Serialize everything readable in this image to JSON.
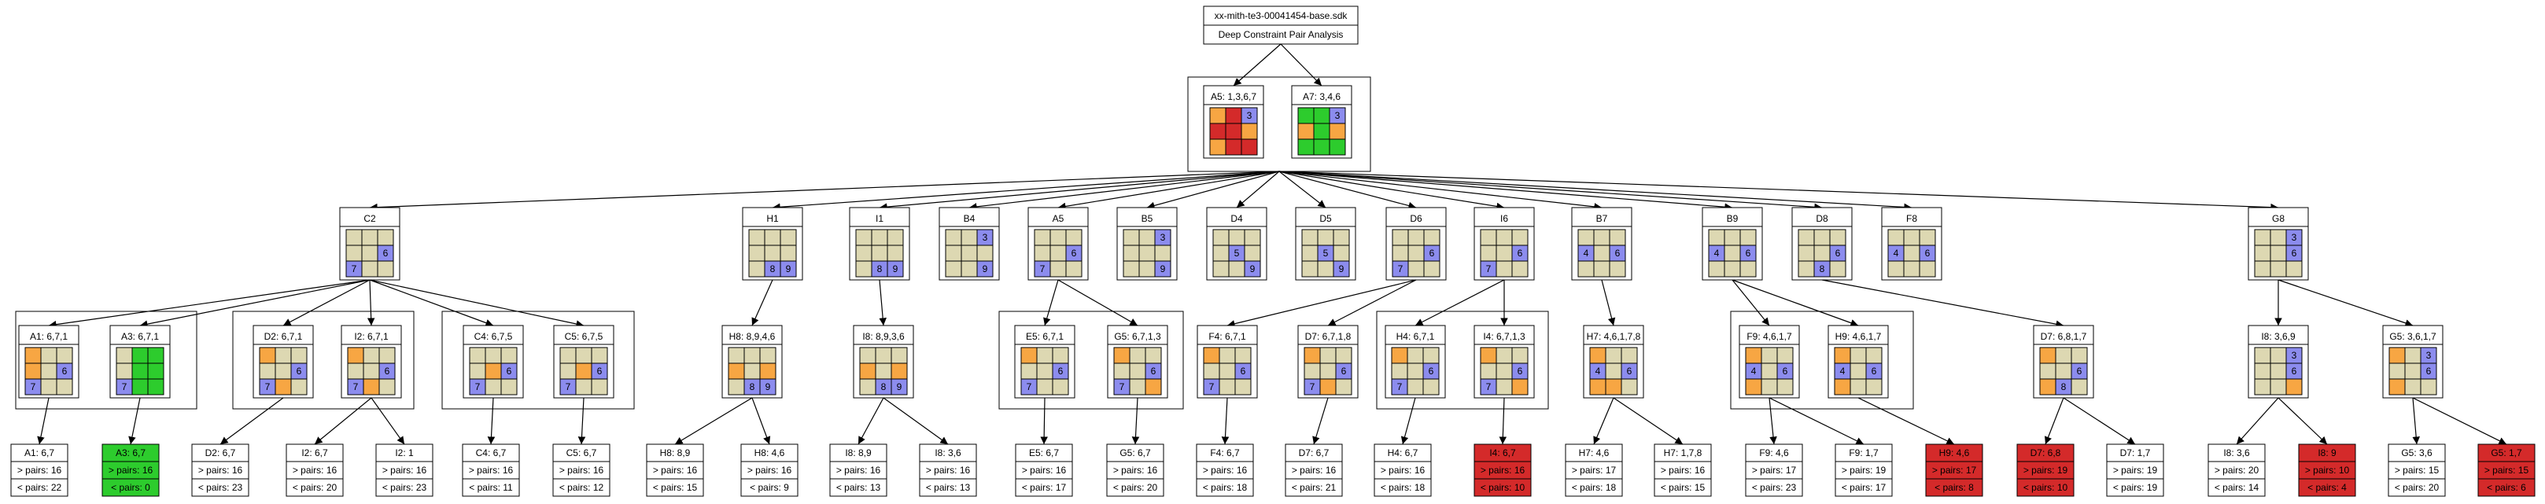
{
  "root": {
    "title": "xx-mith-te3-00041454-base.sdk",
    "subtitle": "Deep Constraint Pair Analysis"
  },
  "colors": {
    "b": "#ddd8b2",
    "o": "#f7a643",
    "p": "#8c8cee",
    "g": "#2dcc2d",
    "r": "#d42a2a",
    "edge": "#000000"
  },
  "groups": [
    {
      "id": "gTop"
    },
    {
      "id": "gA"
    },
    {
      "id": "gD"
    },
    {
      "id": "gC"
    },
    {
      "id": "gE"
    },
    {
      "id": "gH"
    },
    {
      "id": "gB9"
    }
  ],
  "nodes": [
    {
      "id": "A5",
      "label": "A5: 1,3,6,7",
      "grid": [
        "o",
        "r",
        "p3",
        "r",
        "r",
        "o",
        "o",
        "r",
        "r"
      ]
    },
    {
      "id": "A7",
      "label": "A7: 3,4,6",
      "grid": [
        "g",
        "g",
        "p3",
        "o",
        "g",
        "o",
        "g",
        "g",
        "g"
      ]
    },
    {
      "id": "C2",
      "label": "C2",
      "grid": [
        "b",
        "b",
        "b",
        "b",
        "b",
        "p6",
        "p7",
        "b",
        "b"
      ]
    },
    {
      "id": "H1",
      "label": "H1",
      "grid": [
        "b",
        "b",
        "b",
        "b",
        "b",
        "b",
        "b",
        "p8",
        "p9"
      ]
    },
    {
      "id": "I1",
      "label": "I1",
      "grid": [
        "b",
        "b",
        "b",
        "b",
        "b",
        "b",
        "b",
        "p8",
        "p9"
      ]
    },
    {
      "id": "B4",
      "label": "B4",
      "grid": [
        "b",
        "b",
        "p3",
        "b",
        "b",
        "b",
        "b",
        "b",
        "p9"
      ]
    },
    {
      "id": "A5b",
      "label": "A5",
      "grid": [
        "b",
        "b",
        "b",
        "b",
        "b",
        "p6",
        "p7",
        "b",
        "b"
      ]
    },
    {
      "id": "B5",
      "label": "B5",
      "grid": [
        "b",
        "b",
        "p3",
        "b",
        "b",
        "b",
        "b",
        "b",
        "p9"
      ]
    },
    {
      "id": "D4",
      "label": "D4",
      "grid": [
        "b",
        "b",
        "b",
        "b",
        "p5",
        "b",
        "b",
        "b",
        "p9"
      ]
    },
    {
      "id": "D5",
      "label": "D5",
      "grid": [
        "b",
        "b",
        "b",
        "b",
        "p5",
        "b",
        "b",
        "b",
        "p9"
      ]
    },
    {
      "id": "D6",
      "label": "D6",
      "grid": [
        "b",
        "b",
        "b",
        "b",
        "b",
        "p6",
        "p7",
        "b",
        "b"
      ]
    },
    {
      "id": "I6",
      "label": "I6",
      "grid": [
        "b",
        "b",
        "b",
        "b",
        "b",
        "p6",
        "p7",
        "b",
        "b"
      ]
    },
    {
      "id": "B7",
      "label": "B7",
      "grid": [
        "b",
        "b",
        "b",
        "p4",
        "b",
        "p6",
        "b",
        "b",
        "b"
      ]
    },
    {
      "id": "B9",
      "label": "B9",
      "grid": [
        "b",
        "b",
        "b",
        "p4",
        "b",
        "p6",
        "b",
        "b",
        "b"
      ]
    },
    {
      "id": "D8",
      "label": "D8",
      "grid": [
        "b",
        "b",
        "b",
        "b",
        "b",
        "p6",
        "b",
        "p8",
        "b"
      ]
    },
    {
      "id": "F8",
      "label": "F8",
      "grid": [
        "b",
        "b",
        "b",
        "p4",
        "b",
        "p6",
        "b",
        "b",
        "b"
      ]
    },
    {
      "id": "G8",
      "label": "G8",
      "grid": [
        "b",
        "b",
        "p3",
        "b",
        "b",
        "p6",
        "b",
        "b",
        "b"
      ]
    },
    {
      "id": "A1",
      "label": "A1: 6,7,1",
      "grid": [
        "o",
        "b",
        "b",
        "o",
        "b",
        "p6",
        "p7",
        "b",
        "b"
      ]
    },
    {
      "id": "A3",
      "label": "A3: 6,7,1",
      "grid": [
        "b",
        "g",
        "g",
        "b",
        "g",
        "g",
        "p7",
        "g",
        "g"
      ]
    },
    {
      "id": "D2",
      "label": "D2: 6,7,1",
      "grid": [
        "o",
        "b",
        "b",
        "b",
        "b",
        "p6",
        "p7",
        "o",
        "b"
      ]
    },
    {
      "id": "I2",
      "label": "I2: 6,7,1",
      "grid": [
        "o",
        "b",
        "b",
        "b",
        "b",
        "p6",
        "p7",
        "o",
        "b"
      ]
    },
    {
      "id": "C4",
      "label": "C4: 6,7,5",
      "grid": [
        "b",
        "b",
        "b",
        "b",
        "o",
        "p6",
        "p7",
        "b",
        "b"
      ]
    },
    {
      "id": "C5",
      "label": "C5: 6,7,5",
      "grid": [
        "b",
        "b",
        "b",
        "b",
        "o",
        "p6",
        "p7",
        "b",
        "b"
      ]
    },
    {
      "id": "H8",
      "label": "H8: 8,9,4,6",
      "grid": [
        "b",
        "b",
        "b",
        "o",
        "b",
        "o",
        "b",
        "p8",
        "p9"
      ]
    },
    {
      "id": "I8",
      "label": "I8: 8,9,3,6",
      "grid": [
        "b",
        "b",
        "b",
        "o",
        "b",
        "o",
        "b",
        "p8",
        "p9"
      ]
    },
    {
      "id": "E5",
      "label": "E5: 6,7,1",
      "grid": [
        "o",
        "b",
        "b",
        "b",
        "b",
        "p6",
        "p7",
        "b",
        "b"
      ]
    },
    {
      "id": "G5a",
      "label": "G5: 6,7,1,3",
      "grid": [
        "o",
        "b",
        "b",
        "b",
        "b",
        "p6",
        "p7",
        "b",
        "o"
      ]
    },
    {
      "id": "F4",
      "label": "F4: 6,7,1",
      "grid": [
        "o",
        "b",
        "b",
        "b",
        "b",
        "p6",
        "p7",
        "b",
        "b"
      ]
    },
    {
      "id": "D7a",
      "label": "D7: 6,7,1,8",
      "grid": [
        "o",
        "b",
        "b",
        "b",
        "b",
        "p6",
        "p7",
        "o",
        "b"
      ]
    },
    {
      "id": "H4",
      "label": "H4: 6,7,1",
      "grid": [
        "o",
        "b",
        "b",
        "b",
        "b",
        "p6",
        "p7",
        "b",
        "b"
      ]
    },
    {
      "id": "I4",
      "label": "I4: 6,7,1,3",
      "grid": [
        "o",
        "b",
        "b",
        "b",
        "b",
        "p6",
        "p7",
        "b",
        "o"
      ]
    },
    {
      "id": "H7",
      "label": "H7: 4,6,1,7,8",
      "grid": [
        "o",
        "b",
        "b",
        "p4",
        "b",
        "p6",
        "o",
        "o",
        "b"
      ]
    },
    {
      "id": "F9",
      "label": "F9: 4,6,1,7",
      "grid": [
        "o",
        "b",
        "b",
        "p4",
        "b",
        "p6",
        "o",
        "b",
        "b"
      ]
    },
    {
      "id": "H9",
      "label": "H9: 4,6,1,7",
      "grid": [
        "o",
        "b",
        "b",
        "p4",
        "b",
        "p6",
        "o",
        "b",
        "b"
      ]
    },
    {
      "id": "D7b",
      "label": "D7: 6,8,1,7",
      "grid": [
        "o",
        "b",
        "b",
        "b",
        "b",
        "p6",
        "o",
        "p8",
        "b"
      ]
    },
    {
      "id": "I8b",
      "label": "I8: 3,6,9",
      "grid": [
        "b",
        "b",
        "p3",
        "b",
        "b",
        "p6",
        "b",
        "b",
        "o"
      ]
    },
    {
      "id": "G5b",
      "label": "G5: 3,6,1,7",
      "grid": [
        "o",
        "b",
        "p3",
        "b",
        "b",
        "p6",
        "o",
        "b",
        "b"
      ]
    }
  ],
  "leaves": [
    {
      "id": "L_A1",
      "lines": [
        "A1: 6,7",
        "> pairs: 16",
        "< pairs: 22"
      ],
      "color": "w"
    },
    {
      "id": "L_A3",
      "lines": [
        "A3: 6,7",
        "> pairs: 16",
        "< pairs: 0"
      ],
      "color": "g"
    },
    {
      "id": "L_D2",
      "lines": [
        "D2: 6,7",
        "> pairs: 16",
        "< pairs: 23"
      ],
      "color": "w"
    },
    {
      "id": "L_I2a",
      "lines": [
        "I2: 6,7",
        "> pairs: 16",
        "< pairs: 20"
      ],
      "color": "w"
    },
    {
      "id": "L_I2b",
      "lines": [
        "I2: 1",
        "> pairs: 16",
        "< pairs: 23"
      ],
      "color": "w"
    },
    {
      "id": "L_C4",
      "lines": [
        "C4: 6,7",
        "> pairs: 16",
        "< pairs: 11"
      ],
      "color": "w"
    },
    {
      "id": "L_C5",
      "lines": [
        "C5: 6,7",
        "> pairs: 16",
        "< pairs: 12"
      ],
      "color": "w"
    },
    {
      "id": "L_H8a",
      "lines": [
        "H8: 8,9",
        "> pairs: 16",
        "< pairs: 15"
      ],
      "color": "w"
    },
    {
      "id": "L_H8b",
      "lines": [
        "H8: 4,6",
        "> pairs: 16",
        "< pairs: 9"
      ],
      "color": "w"
    },
    {
      "id": "L_I8a",
      "lines": [
        "I8: 8,9",
        "> pairs: 16",
        "< pairs: 13"
      ],
      "color": "w"
    },
    {
      "id": "L_I8b",
      "lines": [
        "I8: 3,6",
        "> pairs: 16",
        "< pairs: 13"
      ],
      "color": "w"
    },
    {
      "id": "L_E5",
      "lines": [
        "E5: 6,7",
        "> pairs: 16",
        "< pairs: 17"
      ],
      "color": "w"
    },
    {
      "id": "L_G5a",
      "lines": [
        "G5: 6,7",
        "> pairs: 16",
        "< pairs: 20"
      ],
      "color": "w"
    },
    {
      "id": "L_F4",
      "lines": [
        "F4: 6,7",
        "> pairs: 16",
        "< pairs: 18"
      ],
      "color": "w"
    },
    {
      "id": "L_D7a",
      "lines": [
        "D7: 6,7",
        "> pairs: 16",
        "< pairs: 21"
      ],
      "color": "w"
    },
    {
      "id": "L_H4",
      "lines": [
        "H4: 6,7",
        "> pairs: 16",
        "< pairs: 18"
      ],
      "color": "w"
    },
    {
      "id": "L_I4",
      "lines": [
        "I4: 6,7",
        "> pairs: 16",
        "< pairs: 10"
      ],
      "color": "r"
    },
    {
      "id": "L_H7a",
      "lines": [
        "H7: 4,6",
        "> pairs: 17",
        "< pairs: 18"
      ],
      "color": "w"
    },
    {
      "id": "L_H7b",
      "lines": [
        "H7: 1,7,8",
        "> pairs: 16",
        "< pairs: 15"
      ],
      "color": "w"
    },
    {
      "id": "L_F9a",
      "lines": [
        "F9: 4,6",
        "> pairs: 17",
        "< pairs: 23"
      ],
      "color": "w"
    },
    {
      "id": "L_F9b",
      "lines": [
        "F9: 1,7",
        "> pairs: 19",
        "< pairs: 17"
      ],
      "color": "w"
    },
    {
      "id": "L_H9",
      "lines": [
        "H9: 4,6",
        "> pairs: 17",
        "< pairs: 8"
      ],
      "color": "r"
    },
    {
      "id": "L_D7b",
      "lines": [
        "D7: 6,8",
        "> pairs: 19",
        "< pairs: 10"
      ],
      "color": "r"
    },
    {
      "id": "L_D7c",
      "lines": [
        "D7: 1,7",
        "> pairs: 19",
        "< pairs: 19"
      ],
      "color": "w"
    },
    {
      "id": "L_I8c",
      "lines": [
        "I8: 3,6",
        "> pairs: 20",
        "< pairs: 14"
      ],
      "color": "w"
    },
    {
      "id": "L_I8d",
      "lines": [
        "I8: 9",
        "> pairs: 10",
        "< pairs: 4"
      ],
      "color": "r"
    },
    {
      "id": "L_G5c",
      "lines": [
        "G5: 3,6",
        "> pairs: 15",
        "< pairs: 20"
      ],
      "color": "w"
    },
    {
      "id": "L_G5d",
      "lines": [
        "G5: 1,7",
        "> pairs: 15",
        "< pairs: 6"
      ],
      "color": "r"
    }
  ],
  "edges": [
    [
      "root",
      "A5"
    ],
    [
      "root",
      "A7"
    ],
    [
      "gTop",
      "C2"
    ],
    [
      "gTop",
      "H1"
    ],
    [
      "gTop",
      "I1"
    ],
    [
      "gTop",
      "B4"
    ],
    [
      "gTop",
      "A5b"
    ],
    [
      "gTop",
      "B5"
    ],
    [
      "gTop",
      "D4"
    ],
    [
      "gTop",
      "D5"
    ],
    [
      "gTop",
      "D6"
    ],
    [
      "gTop",
      "I6"
    ],
    [
      "gTop",
      "B7"
    ],
    [
      "gTop",
      "B9"
    ],
    [
      "gTop",
      "D8"
    ],
    [
      "gTop",
      "F8"
    ],
    [
      "gTop",
      "G8"
    ],
    [
      "C2",
      "A1"
    ],
    [
      "C2",
      "A3"
    ],
    [
      "C2",
      "D2"
    ],
    [
      "C2",
      "I2"
    ],
    [
      "C2",
      "C4"
    ],
    [
      "C2",
      "C5"
    ],
    [
      "H1",
      "H8"
    ],
    [
      "I1",
      "I8"
    ],
    [
      "A5b",
      "E5"
    ],
    [
      "A5b",
      "G5a"
    ],
    [
      "D6",
      "F4"
    ],
    [
      "D6",
      "D7a"
    ],
    [
      "I6",
      "H4"
    ],
    [
      "I6",
      "I4"
    ],
    [
      "B7",
      "H7"
    ],
    [
      "B9",
      "F9"
    ],
    [
      "B9",
      "H9"
    ],
    [
      "D8",
      "D7b"
    ],
    [
      "G8",
      "I8b"
    ],
    [
      "G8",
      "G5b"
    ],
    [
      "A1",
      "L_A1"
    ],
    [
      "A3",
      "L_A3"
    ],
    [
      "D2",
      "L_D2"
    ],
    [
      "I2",
      "L_I2a"
    ],
    [
      "I2",
      "L_I2b"
    ],
    [
      "C4",
      "L_C4"
    ],
    [
      "C5",
      "L_C5"
    ],
    [
      "H8",
      "L_H8a"
    ],
    [
      "H8",
      "L_H8b"
    ],
    [
      "I8",
      "L_I8a"
    ],
    [
      "I8",
      "L_I8b"
    ],
    [
      "E5",
      "L_E5"
    ],
    [
      "G5a",
      "L_G5a"
    ],
    [
      "F4",
      "L_F4"
    ],
    [
      "D7a",
      "L_D7a"
    ],
    [
      "H4",
      "L_H4"
    ],
    [
      "I4",
      "L_I4"
    ],
    [
      "H7",
      "L_H7a"
    ],
    [
      "H7",
      "L_H7b"
    ],
    [
      "F9",
      "L_F9a"
    ],
    [
      "F9",
      "L_F9b"
    ],
    [
      "H9",
      "L_H9"
    ],
    [
      "D7b",
      "L_D7b"
    ],
    [
      "D7b",
      "L_D7c"
    ],
    [
      "I8b",
      "L_I8c"
    ],
    [
      "I8b",
      "L_I8d"
    ],
    [
      "G5b",
      "L_G5c"
    ],
    [
      "G5b",
      "L_G5d"
    ]
  ]
}
